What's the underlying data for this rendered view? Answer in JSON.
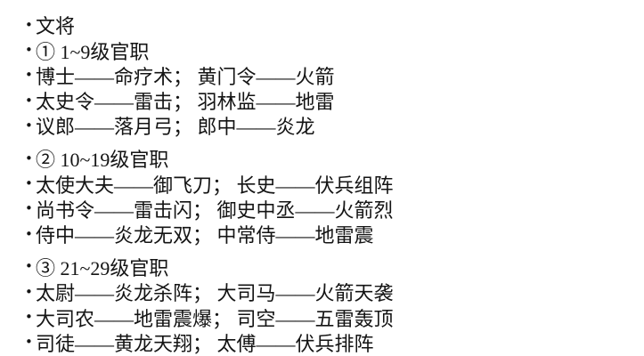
{
  "page": {
    "background_color": "#ffffff",
    "text_color": "#141414"
  },
  "list": {
    "bullet_char": "•"
  },
  "slide": {
    "title": "文将",
    "sections": [
      {
        "header": "① 1~9级官职",
        "rows": [
          "博士——命疗术； 黄门令——火箭",
          "太史令——雷击； 羽林监——地雷",
          "议郎——落月弓； 郎中——炎龙"
        ]
      },
      {
        "header": "② 10~19级官职",
        "rows": [
          "太使大夫——御飞刀； 长史——伏兵组阵",
          "尚书令——雷击闪； 御史中丞——火箭烈",
          "侍中——炎龙无双； 中常侍——地雷震"
        ]
      },
      {
        "header": "③ 21~29级官职",
        "rows": [
          "太尉——炎龙杀阵； 大司马——火箭天袭",
          "大司农——地雷震爆； 司空——五雷轰顶",
          "司徒——黄龙天翔； 太傅——伏兵排阵"
        ]
      }
    ]
  }
}
